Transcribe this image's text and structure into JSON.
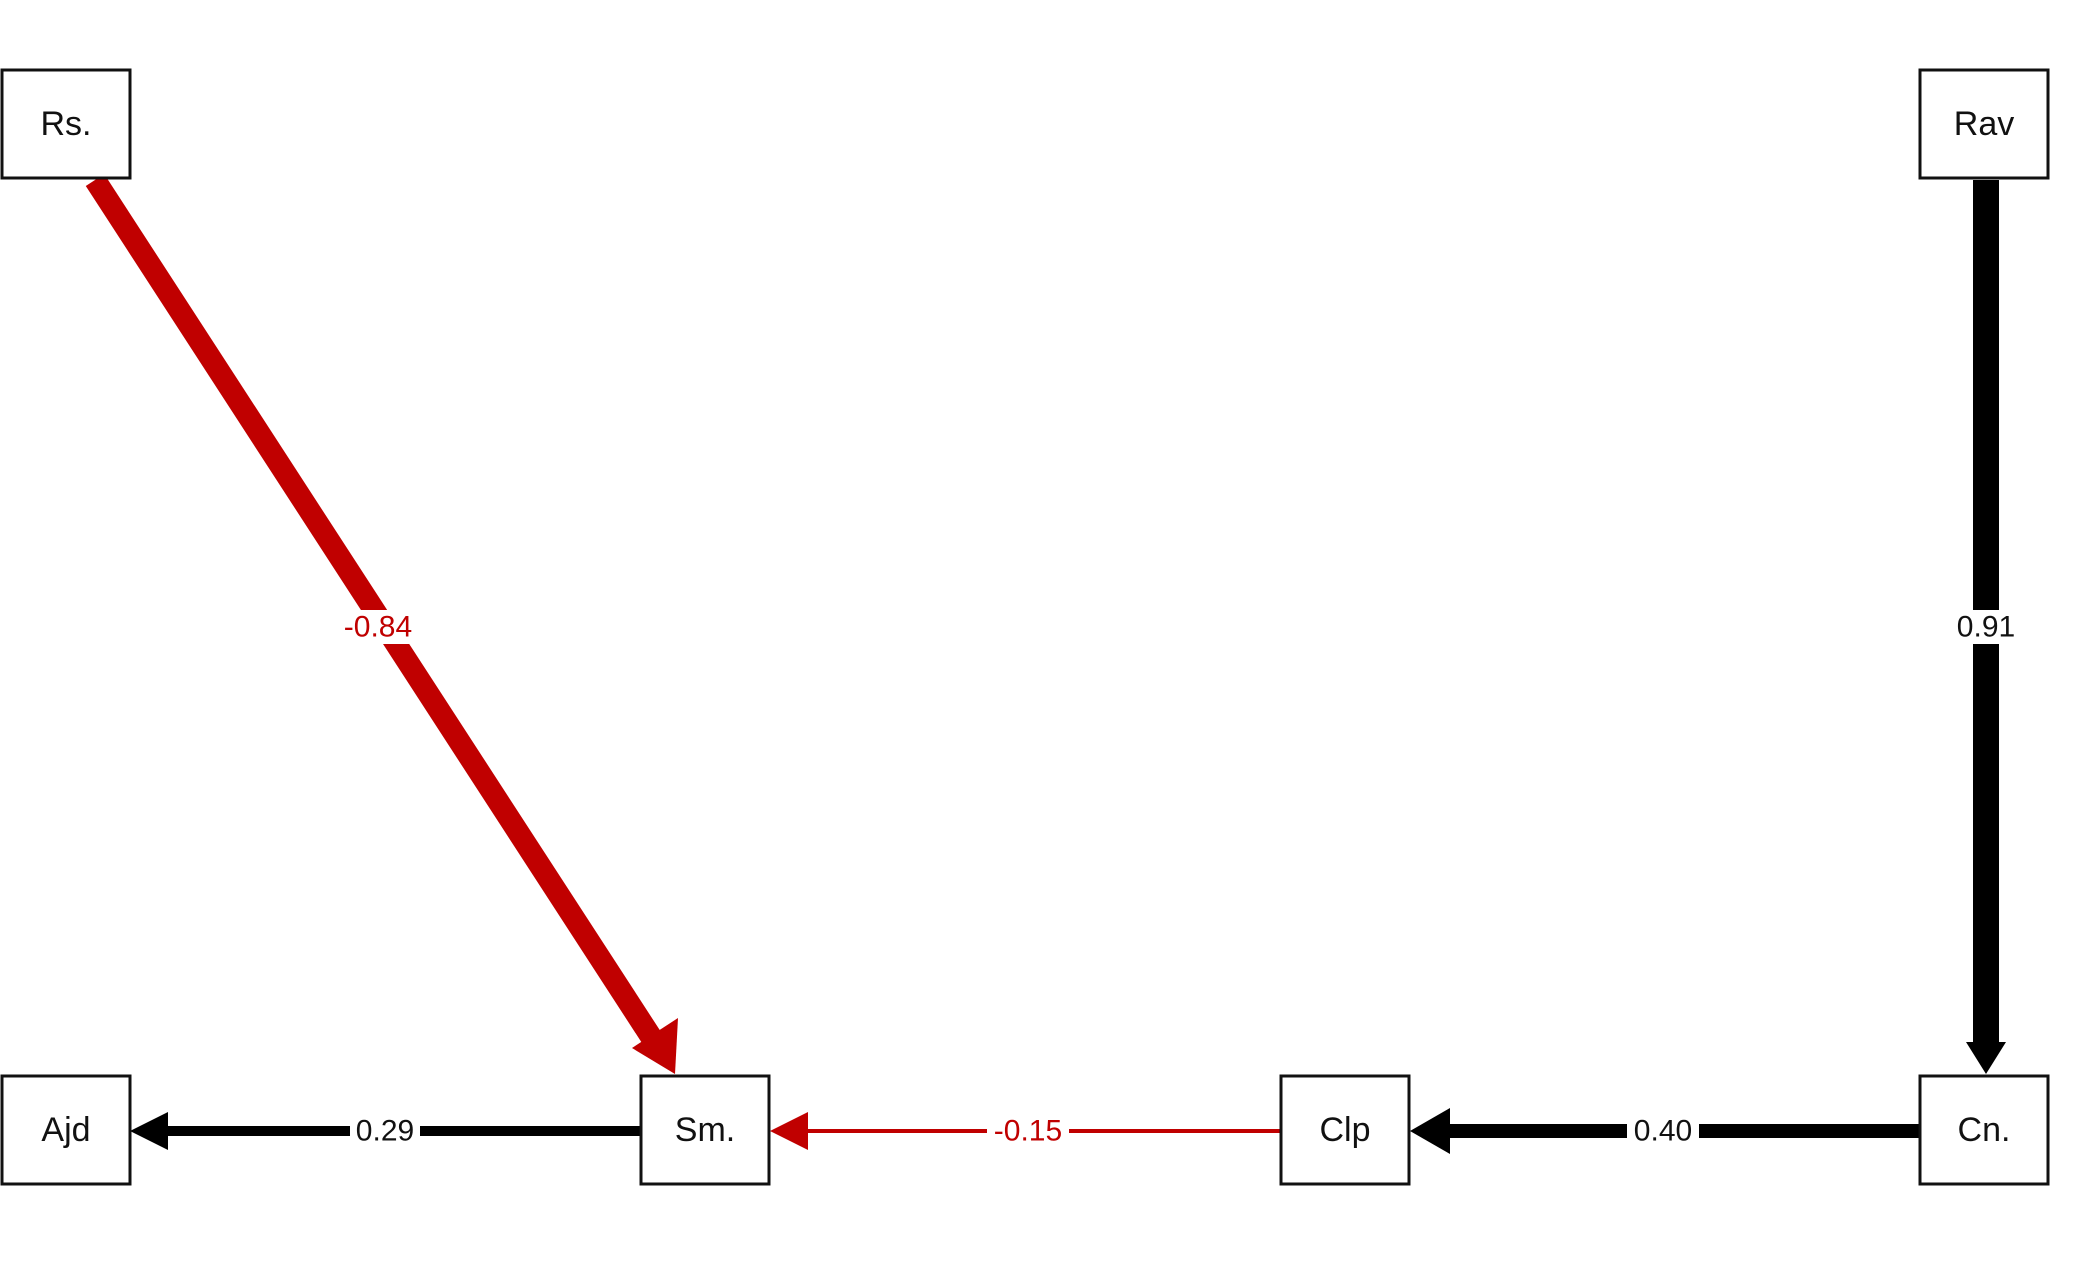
{
  "nodes": {
    "rs": "Rs.",
    "rav": "Rav",
    "ajd": "Ajd",
    "sm": "Sm.",
    "clp": "Clp",
    "cn": "Cn."
  },
  "edges": {
    "rs_sm": {
      "label": "-0.84",
      "color": "#c00000"
    },
    "rav_cn": {
      "label": "0.91",
      "color": "#000000"
    },
    "sm_ajd": {
      "label": "0.29",
      "color": "#000000"
    },
    "clp_sm": {
      "label": "-0.15",
      "color": "#c00000"
    },
    "cn_clp": {
      "label": "0.40",
      "color": "#000000"
    }
  }
}
